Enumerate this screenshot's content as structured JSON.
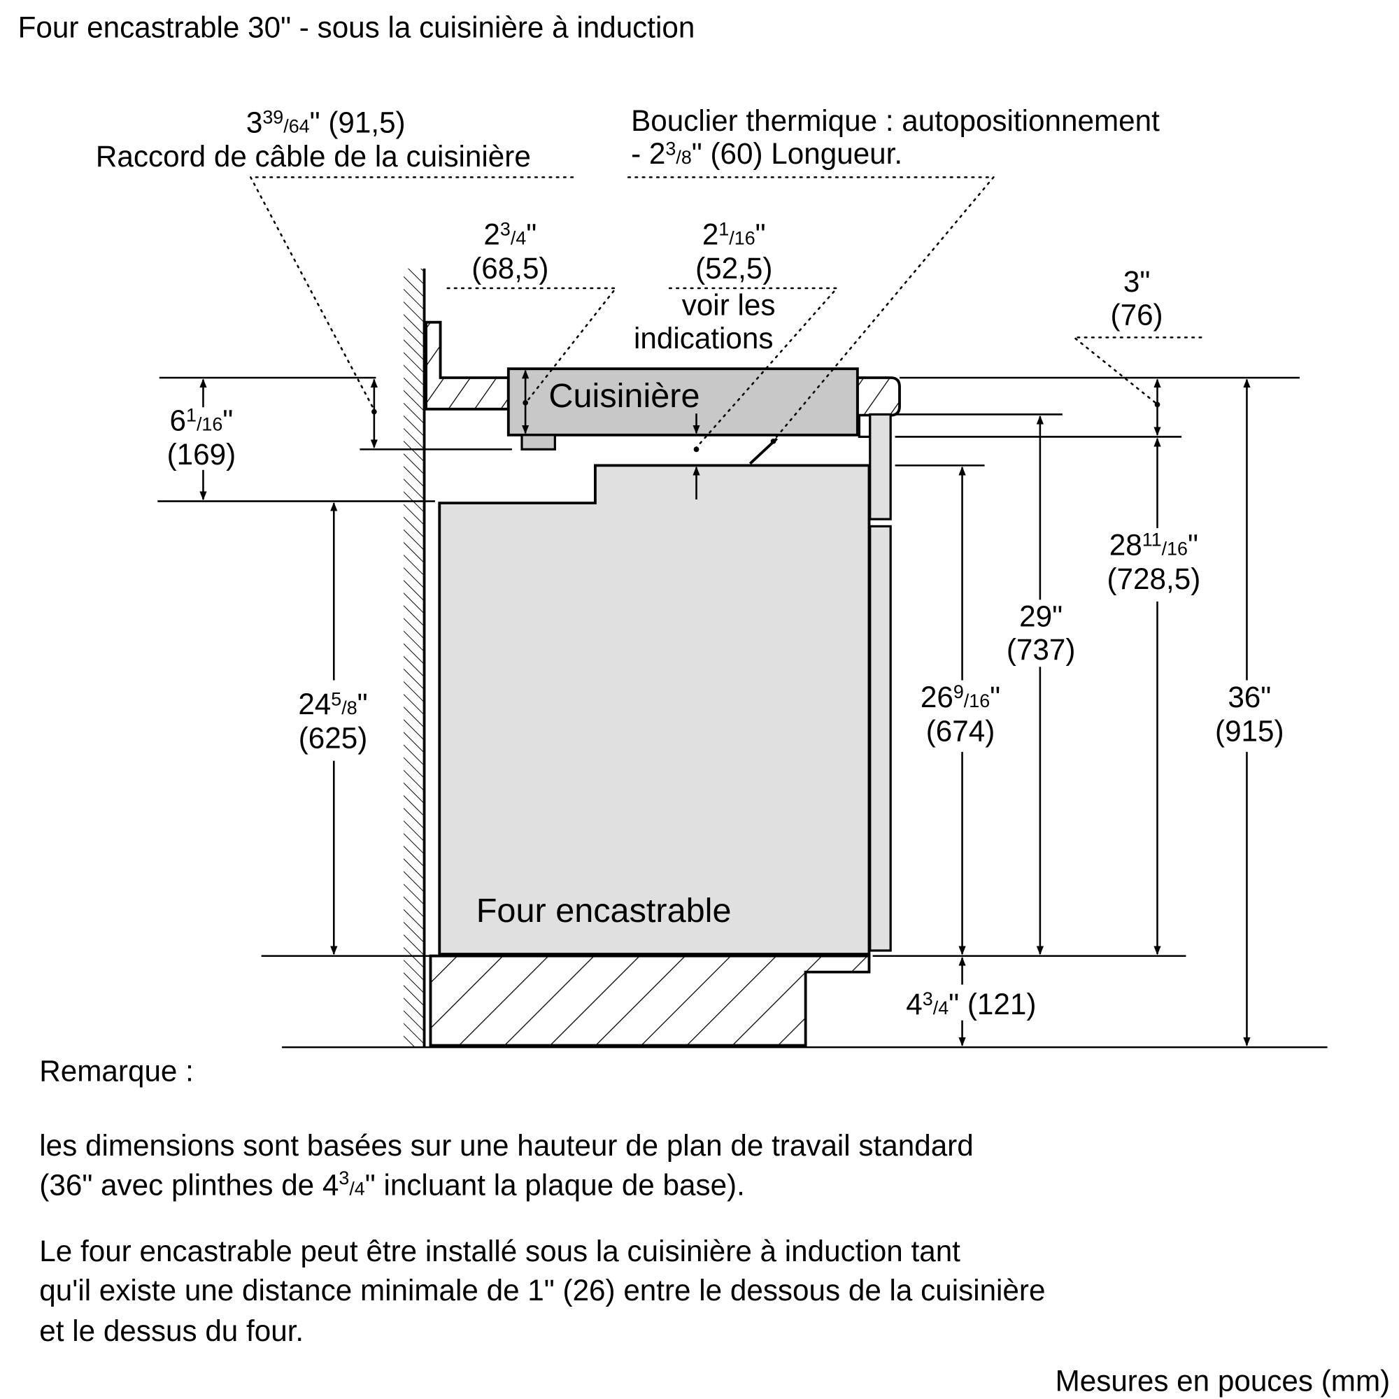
{
  "title": "Four encastrable 30\" - sous la cuisinière à induction",
  "parts": {
    "cooktop": "Cuisinière",
    "oven": "Four encastrable"
  },
  "callouts": {
    "cable": {
      "whole": "3",
      "num": "39",
      "den": "64",
      "tail": "\" (91,5)",
      "text": "Raccord de câble de la cuisinière"
    },
    "shield": {
      "line1": "Bouclier thermique : autopositionnement",
      "pre": "- 2",
      "num": "3",
      "den": "8",
      "tail": "\" (60)  Longueur."
    }
  },
  "dimensions": {
    "d1": {
      "whole": "2",
      "num": "3",
      "den": "4",
      "mm": "(68,5)"
    },
    "d2": {
      "whole": "2",
      "num": "1",
      "den": "16",
      "mm": "(52,5)",
      "note1": "voir les",
      "note2": "indications"
    },
    "d3": {
      "whole": "3",
      "mm": "(76)"
    },
    "d4": {
      "whole": "6",
      "num": "1",
      "den": "16",
      "mm": "(169)"
    },
    "d5": {
      "whole": "24",
      "num": "5",
      "den": "8",
      "mm": "(625)"
    },
    "d6": {
      "whole": "26",
      "num": "9",
      "den": "16",
      "mm": "(674)"
    },
    "d7": {
      "whole": "29",
      "mm": "(737)"
    },
    "d8": {
      "whole": "28",
      "num": "11",
      "den": "16",
      "mm": "(728,5)"
    },
    "d9": {
      "whole": "36",
      "mm": "(915)"
    },
    "d10": {
      "whole": "4",
      "num": "3",
      "den": "4",
      "tail": "\" (121)"
    }
  },
  "notes": {
    "heading": "Remarque :",
    "p1_line1": "les dimensions sont basées sur une hauteur de plan de travail standard",
    "p1_line2_pre": "(36\" avec plinthes de 4",
    "p1_num": "3",
    "p1_den": "4",
    "p1_line2_post": "\" incluant la plaque de base).",
    "p2_line1": "Le four encastrable peut être installé sous la cuisinière à induction tant",
    "p2_line2": "qu'il existe une distance minimale de 1\" (26) entre le dessous de la cuisinière",
    "p2_line3": "et le dessus du four."
  },
  "units": "Mesures en pouces (mm)",
  "colors": {
    "cooktop": "#c8c8c8",
    "oven": "#e0e0e0"
  }
}
